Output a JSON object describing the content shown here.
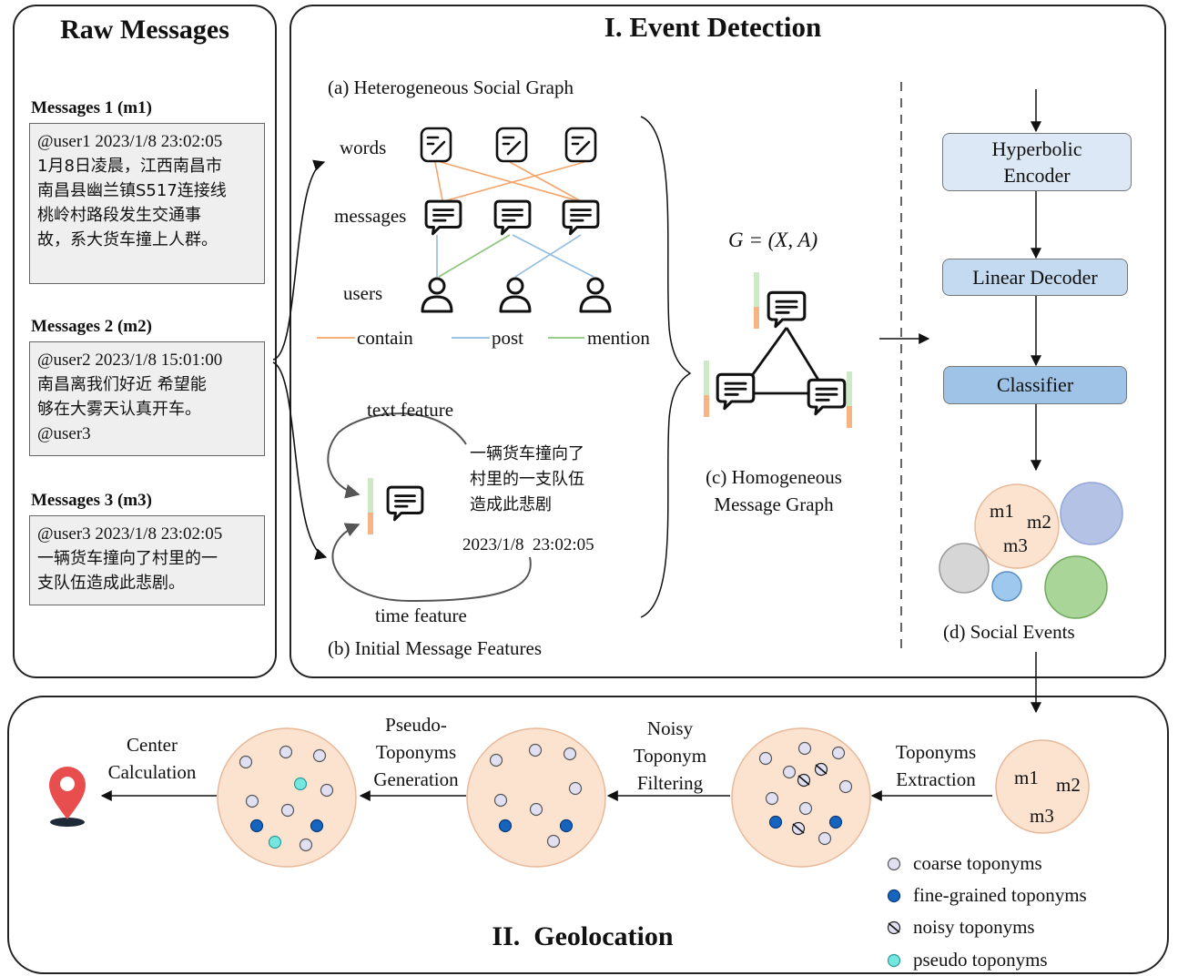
{
  "raw": {
    "title": "Raw Messages",
    "messages": [
      {
        "head": "Messages 1 (m1)",
        "meta": "@user1 2023/1/8  23:02:05",
        "lines": [
          "1月8日凌晨，江西南昌市",
          "南昌县幽兰镇S517连接线",
          "桃岭村路段发生交通事",
          "故，系大货车撞上人群。"
        ]
      },
      {
        "head": "Messages 2 (m2)",
        "meta": "@user2 2023/1/8  15:01:00",
        "lines": [
          "南昌离我们好近 希望能",
          "够在大雾天认真开车。"
        ],
        "tail": "@user3"
      },
      {
        "head": "Messages 3 (m3)",
        "meta": "@user3 2023/1/8  23:02:05",
        "lines": [
          "一辆货车撞向了村里的一",
          "支队伍造成此悲剧。"
        ]
      }
    ]
  },
  "detection": {
    "title": "I. Event Detection",
    "graph_a_title": "(a) Heterogeneous Social Graph",
    "rows": {
      "words": "words",
      "messages": "messages",
      "users": "users"
    },
    "legend": {
      "contain": "contain",
      "post": "post",
      "mention": "mention"
    },
    "text_feature": "text feature",
    "time_feature": "time feature",
    "feature_text": [
      "一辆货车撞向了",
      "村里的一支队伍",
      "造成此悲剧"
    ],
    "feature_time": "2023/1/8  23:02:05",
    "b_title": "(b) Initial Message Features",
    "formula": "G = (X, A)",
    "c_title": [
      "(c) Homogeneous",
      "Message Graph"
    ],
    "pipeline": {
      "encoder": [
        "Hyperbolic",
        "Encoder"
      ],
      "decoder": "Linear Decoder",
      "classifier": "Classifier"
    },
    "events": {
      "m1": "m1",
      "m2": "m2",
      "m3": "m3",
      "title": "(d) Social Events"
    }
  },
  "geo": {
    "title": "II.  Geolocation",
    "steps": {
      "extraction": [
        "Toponyms",
        "Extraction"
      ],
      "filtering": [
        "Noisy",
        "Toponym",
        "Filtering"
      ],
      "generation": [
        "Pseudo-",
        "Toponyms",
        "Generation"
      ],
      "center": [
        "Center",
        "Calculation"
      ]
    },
    "cluster": {
      "m1": "m1",
      "m2": "m2",
      "m3": "m3"
    },
    "legend": [
      "coarse toponyms",
      "fine-grained toponyms",
      "noisy toponyms",
      "pseudo toponyms"
    ]
  },
  "colors": {
    "contain": "#f4a46a",
    "post": "#8fbbe0",
    "mention": "#8cc47a",
    "peach": "#fbe3d0",
    "coarse": "#e0e0f2",
    "fine": "#1565c0",
    "pseudo": "#76e6e0",
    "pin": "#e94e4e"
  }
}
